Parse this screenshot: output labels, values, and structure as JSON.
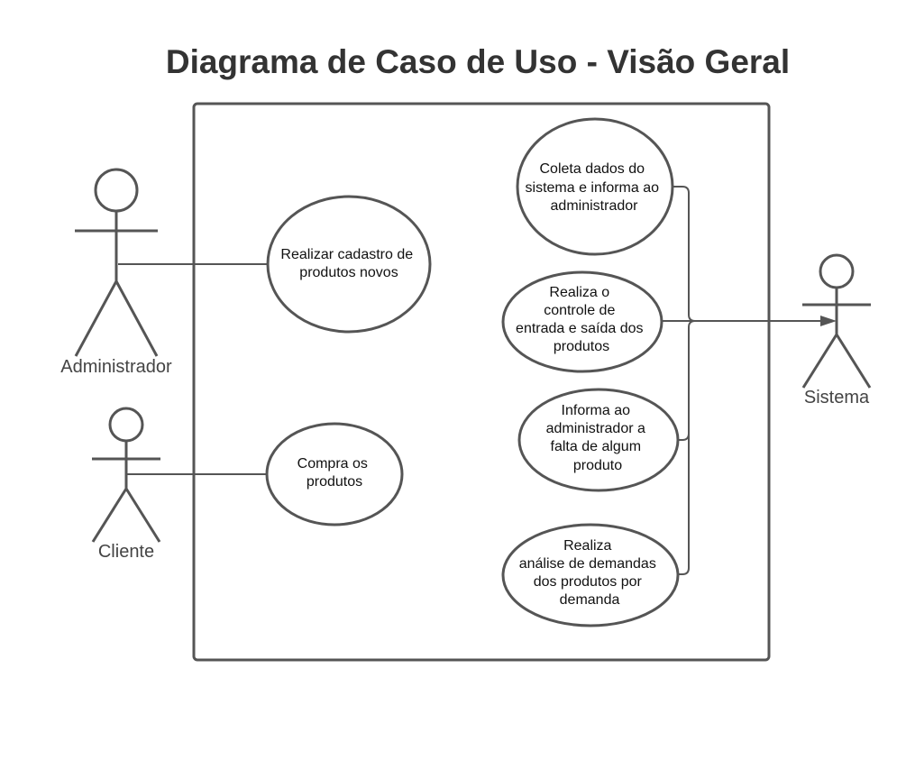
{
  "title": "Diagrama de Caso de Uso - Visão Geral",
  "colors": {
    "stroke": "#555555",
    "text": "#111111",
    "actor_label": "#444444",
    "title": "#333333"
  },
  "actors": {
    "administrador": "Administrador",
    "cliente": "Cliente",
    "sistema": "Sistema"
  },
  "use_cases": {
    "cadastro": [
      "Realizar cadastro de",
      "produtos novos"
    ],
    "compra": [
      "Compra os",
      "produtos"
    ],
    "coleta": [
      "Coleta dados do",
      "sistema e informa ao",
      "administrador"
    ],
    "controle": [
      "Realiza o",
      "controle de",
      "entrada e saída dos",
      "produtos"
    ],
    "falta": [
      "Informa ao",
      "administrador a",
      "falta de algum",
      "produto"
    ],
    "analise": [
      "Realiza",
      "análise de demandas",
      "dos produtos por",
      "demanda"
    ]
  }
}
